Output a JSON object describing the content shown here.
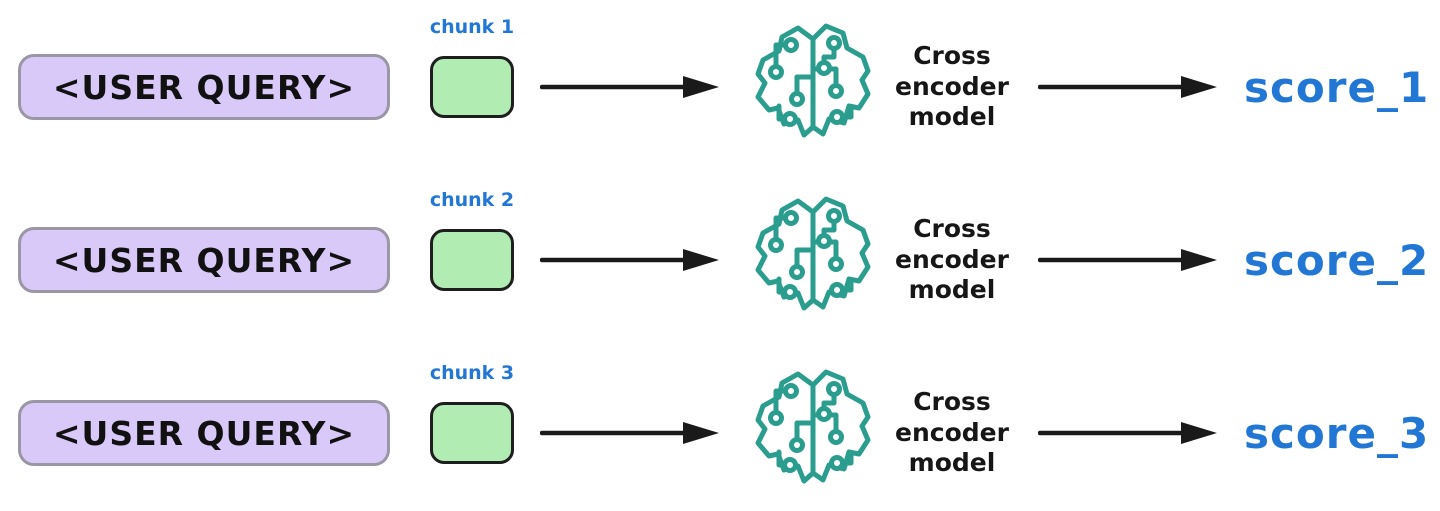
{
  "diagram": {
    "title": "cross-encoder-reranking-flow",
    "background": "#ffffff",
    "colors": {
      "query_fill": "#d9c9f8",
      "query_border": "#9a96a4",
      "chunk_fill": "#b1ecb2",
      "chunk_border": "#1e1e1e",
      "arrow_black": "#1a1a1a",
      "brain_teal": "#2a9d8f",
      "accent_blue": "#2277d4",
      "text_black": "#161616"
    },
    "icons": {
      "brain": "circuit-brain-icon",
      "arrow": "right-arrow-icon"
    },
    "rows": [
      {
        "query": "<USER QUERY>",
        "chunk_label": "chunk 1",
        "model_lines": [
          "Cross",
          "encoder",
          "model"
        ],
        "score": "score_1"
      },
      {
        "query": "<USER QUERY>",
        "chunk_label": "chunk 2",
        "model_lines": [
          "Cross",
          "encoder",
          "model"
        ],
        "score": "score_2"
      },
      {
        "query": "<USER QUERY>",
        "chunk_label": "chunk 3",
        "model_lines": [
          "Cross",
          "encoder",
          "model"
        ],
        "score": "score_3"
      }
    ]
  }
}
